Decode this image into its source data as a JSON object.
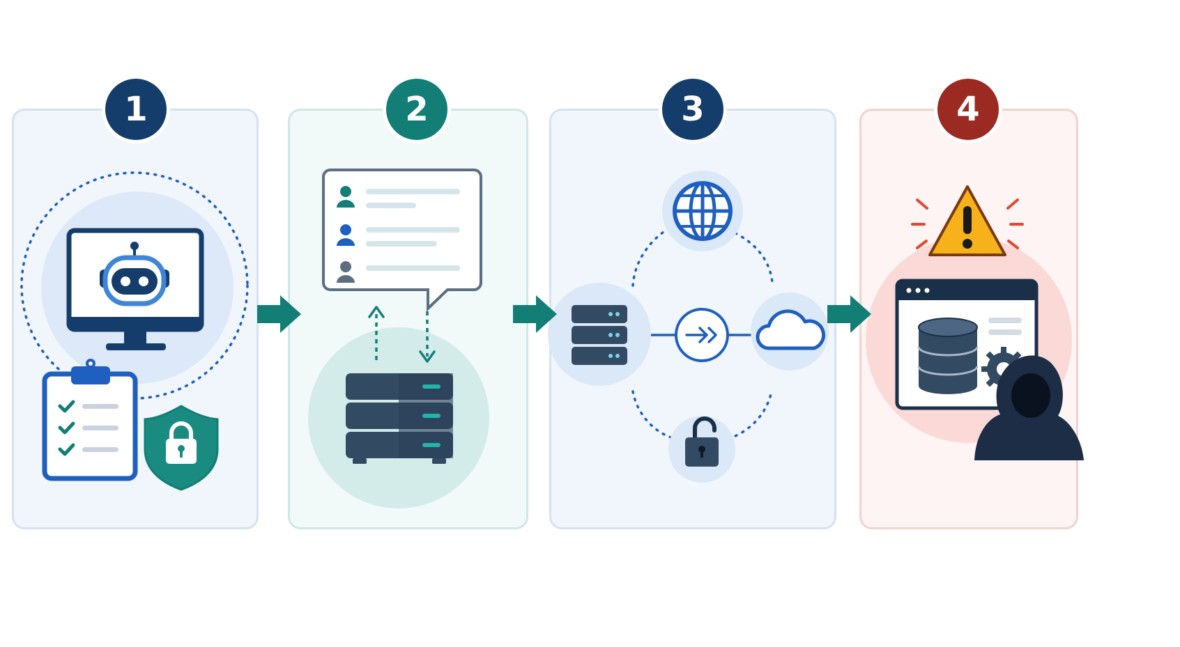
{
  "steps": [
    {
      "number": "1",
      "color": "#143d6b"
    },
    {
      "number": "2",
      "color": "#137e76"
    },
    {
      "number": "3",
      "color": "#143d6b"
    },
    {
      "number": "4",
      "color": "#9b2a22"
    }
  ],
  "colors": {
    "navy": "#143d6b",
    "teal": "#137e76",
    "blue": "#1f5fbf",
    "red": "#9b2a22",
    "warning_yellow": "#f7b21b",
    "server_dark": "#334a63",
    "panel_blue_fill": "#f1f6fd",
    "panel_teal_fill": "#f1f9f9",
    "panel_red_fill": "#fdf4f3"
  },
  "icons": [
    "robot-monitor-icon",
    "clipboard-checklist-icon",
    "shield-lock-icon",
    "user-list-chat-icon",
    "server-rack-icon",
    "server-stack-icon",
    "globe-icon",
    "forward-arrows-icon",
    "cloud-icon",
    "unlocked-padlock-icon",
    "warning-triangle-icon",
    "database-window-icon",
    "gear-icon",
    "hooded-attacker-icon",
    "arrow-right-icon"
  ]
}
